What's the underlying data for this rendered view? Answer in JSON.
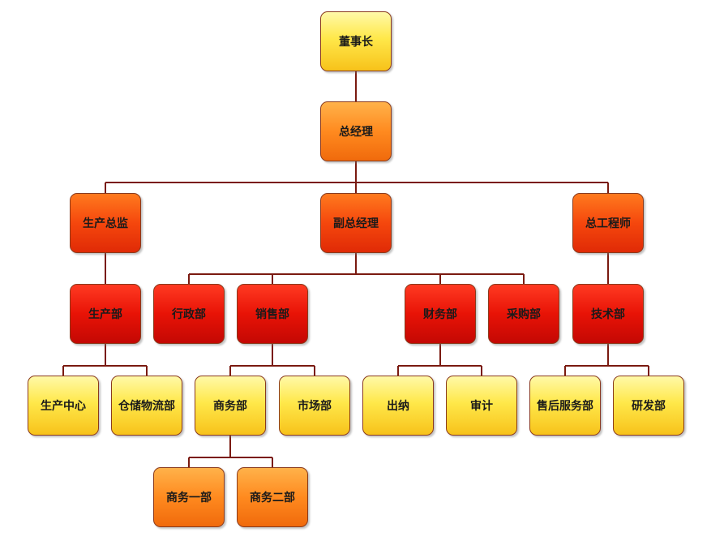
{
  "org_chart": {
    "chairman": "董事长",
    "general_manager": "总经理",
    "production_director": "生产总监",
    "deputy_general_manager": "副总经理",
    "chief_engineer": "总工程师",
    "production_dept": "生产部",
    "administration_dept": "行政部",
    "sales_dept": "销售部",
    "finance_dept": "财务部",
    "purchasing_dept": "采购部",
    "technology_dept": "技术部",
    "production_center": "生产中心",
    "warehouse_logistics_dept": "仓储物流部",
    "business_dept": "商务部",
    "marketing_dept": "市场部",
    "cashier": "出纳",
    "audit": "审计",
    "after_sales_service_dept": "售后服务部",
    "rnd_dept": "研发部",
    "business_dept_1": "商务一部",
    "business_dept_2": "商务二部"
  },
  "colors": {
    "connector": "#7a1a10",
    "yellow": "#ffe84a",
    "orange": "#ff8a1f",
    "red_orange": "#f5470d",
    "red": "#e81306"
  }
}
